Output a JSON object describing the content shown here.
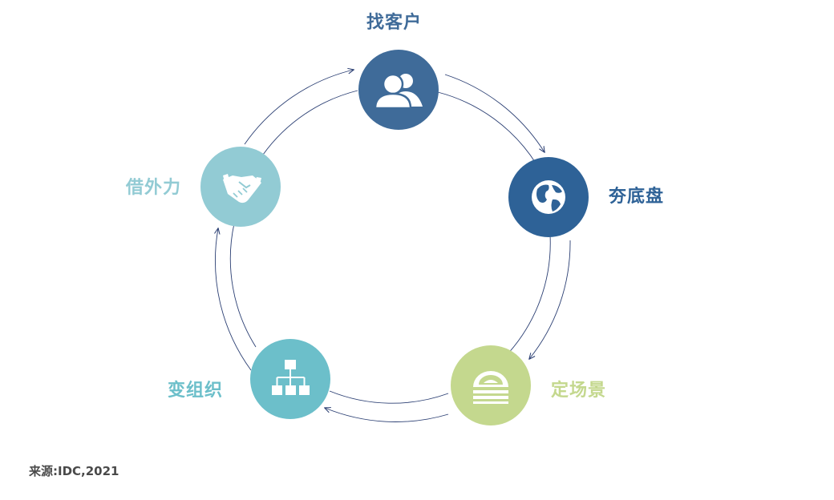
{
  "colors": {
    "find": "#3f6b99",
    "capture": "#2e6297",
    "scene": "#c4d88e",
    "org": "#6cbfca",
    "external": "#92cbd4",
    "arrow": "#2b3f73"
  },
  "nodes": [
    {
      "id": "find",
      "label": "找客户",
      "icon": "users-icon"
    },
    {
      "id": "capture",
      "label": "夯底盘",
      "icon": "globe-icon"
    },
    {
      "id": "scene",
      "label": "定场景",
      "icon": "stadium-icon"
    },
    {
      "id": "org",
      "label": "变组织",
      "icon": "org-chart-icon"
    },
    {
      "id": "external",
      "label": "借外力",
      "icon": "handshake-icon"
    }
  ],
  "source": "来源:IDC,2021"
}
